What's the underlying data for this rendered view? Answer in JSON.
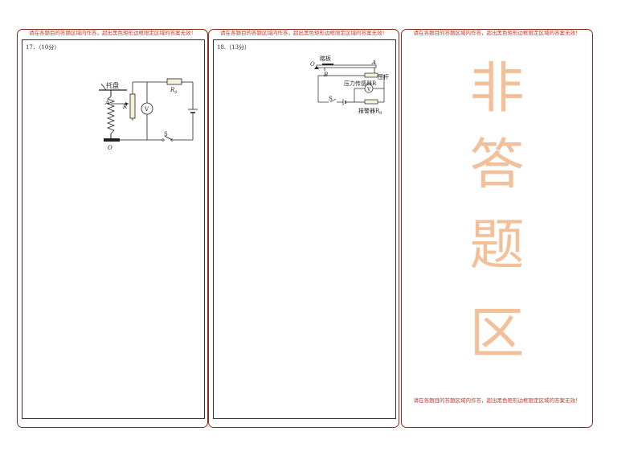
{
  "notice_text": "请在各题目的答题区域内作答，超出黑色矩形边框限定区域的答案无效！",
  "q17": {
    "label": "17．（10分）",
    "tray_label": "托盘",
    "point_a": "A",
    "resistor_r": "R",
    "resistor_r0": "R",
    "r0_sub": "0",
    "voltmeter": "V",
    "switch": "S",
    "point_o": "O"
  },
  "q18": {
    "label": "18.（13分）",
    "pedal_label": "踏板",
    "point_o": "O",
    "point_a": "A",
    "point_b": "B",
    "lever_label": "压杆",
    "sensor_label": "压力传感器R",
    "voltmeter": "V",
    "switch": "S",
    "alarm_label": "报警器R",
    "alarm_sub": "0"
  },
  "non_answer": {
    "chars": [
      "非",
      "答",
      "题",
      "区"
    ]
  }
}
